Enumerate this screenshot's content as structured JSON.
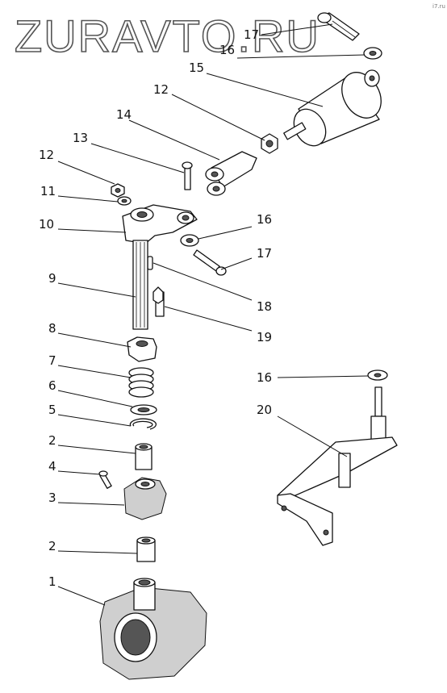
{
  "watermark": "ZURAVTO.RU",
  "corner_mark": "i7.ru",
  "callouts": {
    "c1": "1",
    "c2a": "2",
    "c2b": "2",
    "c3": "3",
    "c4": "4",
    "c5": "5",
    "c6": "6",
    "c7": "7",
    "c8": "8",
    "c9": "9",
    "c10": "10",
    "c11": "11",
    "c12a": "12",
    "c12b": "12",
    "c13": "13",
    "c14": "14",
    "c15": "15",
    "c16a": "16",
    "c16b": "16",
    "c16c": "16",
    "c17a": "17",
    "c17b": "17",
    "c18": "18",
    "c19": "19",
    "c20": "20"
  }
}
